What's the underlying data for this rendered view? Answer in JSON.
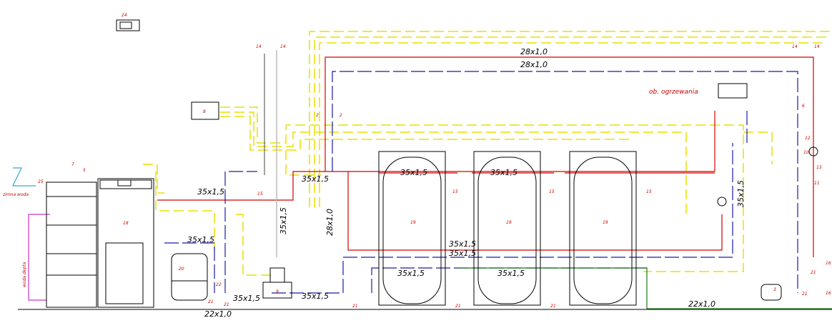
{
  "labels": {
    "ob_ogrzewania": "ob. ogrzewania",
    "zimna_woda": "zimna woda",
    "woda_depta": "woda depta"
  },
  "pipes": {
    "p28_top1": "28x1,0",
    "p28_top2": "28x1,0",
    "p35_boiler": "35x1,5",
    "p35_boiler2": "35x1,5",
    "p35_center": "35x1,5",
    "p35_v": "35x1,5",
    "p28_v": "28x1,0",
    "p35_t1": "35x1,5",
    "p35_t2": "35x1,5",
    "p35_mid1": "35x1,5",
    "p35_mid2": "35x1,5",
    "p35_low1": "35x1,5",
    "p35_low2": "35x1,5",
    "p35_bot1": "35x1,5",
    "p35_bot2": "35x1,5",
    "p35_right_v": "35x1,5",
    "p22": "22x1,0",
    "p22_right": "22x1,0"
  },
  "numbers": {
    "n24": "24",
    "n14a": "14",
    "n14b": "14",
    "n14c": "14",
    "n14d": "14",
    "n8": "8",
    "n2a": "2",
    "n2b": "2",
    "n7": "7",
    "n5": "5",
    "n25": "25",
    "n18": "18",
    "n20": "20",
    "n9": "9",
    "n15a": "15",
    "n15b": "15",
    "n15c": "15",
    "n15d": "15",
    "n19a": "19",
    "n19b": "19",
    "n19c": "19",
    "n21a": "21",
    "n21b": "21",
    "n21c": "21",
    "n21d": "21",
    "n21e": "21",
    "n21f": "21",
    "n21g": "21",
    "n22": "22",
    "n16a": "16",
    "n16b": "16",
    "n10": "10",
    "n12": "12",
    "n13": "13",
    "n3": "3",
    "n6": "6",
    "n11": "11"
  },
  "colors": {
    "red": "#d40000",
    "blue": "#1a1aa6",
    "yellow": "#e8e000",
    "green": "#1a7a1a",
    "magenta": "#cc33cc",
    "cyan": "#33aacc",
    "gray": "#888888"
  }
}
